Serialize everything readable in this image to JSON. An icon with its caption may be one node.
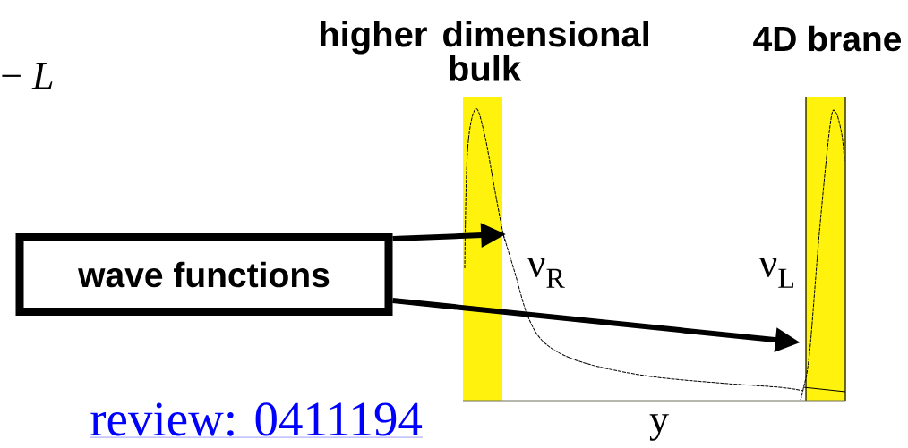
{
  "diagram": {
    "nodes": [
      {
        "text": [
          "wave functions"
        ]
      },
      {
        "text": [],
        "shape": "curve"
      },
      {
        "text": [],
        "shape": "curve"
      }
    ],
    "edges": [
      {
        "from": 0,
        "to": 1,
        "arrow": "to"
      },
      {
        "from": 0,
        "to": 2,
        "arrow": "to"
      }
    ],
    "labels": [
      "− *L*",
      "higher dimensional bulk",
      "4D brane",
      "ν$_{R}$",
      "ν$_{L}$",
      "y",
      "review: 0411194"
    ]
  }
}
